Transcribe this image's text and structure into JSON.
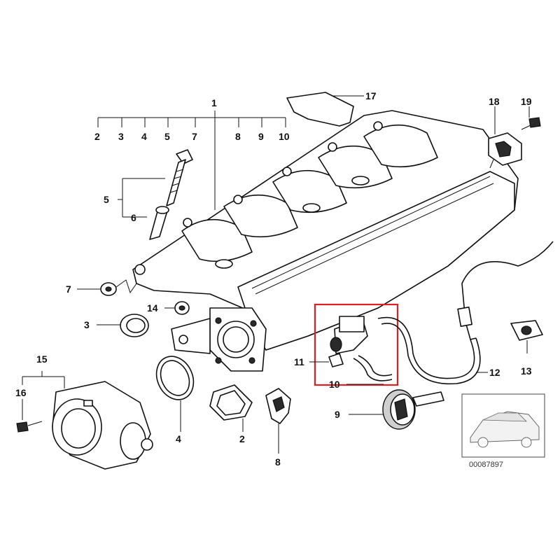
{
  "callouts": {
    "c1": "1",
    "c2a": "2",
    "c3a": "3",
    "c4a": "4",
    "c5a": "5",
    "c7a": "7",
    "c8a": "8",
    "c9a": "9",
    "c10a": "10",
    "c5": "5",
    "c6": "6",
    "c7": "7",
    "c3": "3",
    "c14": "14",
    "c15": "15",
    "c16": "16",
    "c4": "4",
    "c2": "2",
    "c8": "8",
    "c9": "9",
    "c10": "10",
    "c11": "11",
    "c12": "12",
    "c13": "13",
    "c17": "17",
    "c18": "18",
    "c19": "19"
  },
  "reference_number": "00087897",
  "highlight_color": "#e02020"
}
